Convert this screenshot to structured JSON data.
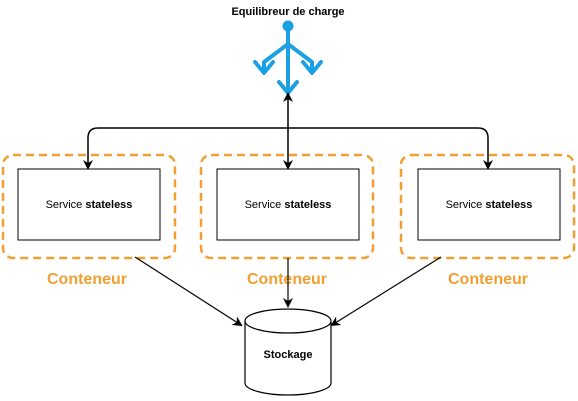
{
  "load_balancer": {
    "title": "Equilibreur de charge",
    "icon": "load-balancer-icon",
    "color": "#1ba1e2"
  },
  "containers": [
    {
      "label": "Conteneur",
      "service_prefix": "Service ",
      "service_bold": "stateless"
    },
    {
      "label": "Conteneur",
      "service_prefix": "Service ",
      "service_bold": "stateless"
    },
    {
      "label": "Conteneur",
      "service_prefix": "Service ",
      "service_bold": "stateless"
    }
  ],
  "storage": {
    "label": "Stockage",
    "icon": "database-cylinder-icon"
  },
  "colors": {
    "container_border": "#f0a030",
    "container_label": "#f0a030",
    "lines": "#000000"
  }
}
